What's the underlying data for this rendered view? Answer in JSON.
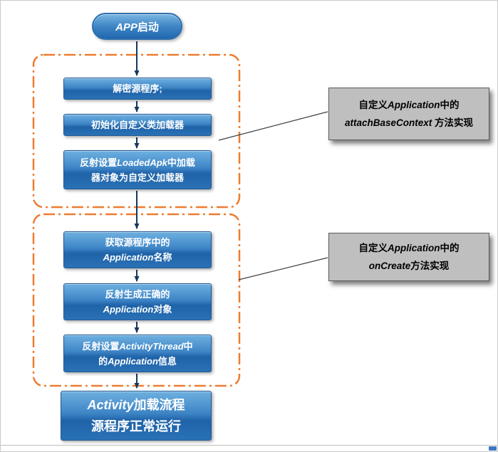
{
  "colors": {
    "box_blue_top": "#6db0e0",
    "box_blue_bottom": "#2a71b6",
    "box_border_blue": "#225a94",
    "dashed_group_orange": "#ed7d31",
    "annotation_gray": "#bfbfbf",
    "arrow_dark_blue": "#17375e",
    "connector_gray": "#404040"
  },
  "flow": {
    "start": {
      "label": [
        {
          "t": "APP",
          "i": true
        },
        {
          "t": "启动"
        }
      ]
    },
    "stage1": {
      "boxes": [
        {
          "lines": [
            [
              {
                "t": "解密源程序;"
              }
            ]
          ]
        },
        {
          "lines": [
            [
              {
                "t": "初始化自定义类加载器"
              }
            ]
          ]
        },
        {
          "lines": [
            [
              {
                "t": "反射设置"
              },
              {
                "t": "LoadedApk",
                "i": true
              },
              {
                "t": "中加载"
              }
            ],
            [
              {
                "t": "器对象为自定义加载器"
              }
            ]
          ]
        }
      ]
    },
    "stage2": {
      "boxes": [
        {
          "lines": [
            [
              {
                "t": "获取源程序中的"
              }
            ],
            [
              {
                "t": "Application",
                "i": true
              },
              {
                "t": "名称"
              }
            ]
          ]
        },
        {
          "lines": [
            [
              {
                "t": "反射生成正确的"
              }
            ],
            [
              {
                "t": "Application",
                "i": true
              },
              {
                "t": "对象"
              }
            ]
          ]
        },
        {
          "lines": [
            [
              {
                "t": "反射设置"
              },
              {
                "t": "ActivityThread",
                "i": true
              },
              {
                "t": "中"
              }
            ],
            [
              {
                "t": "的"
              },
              {
                "t": "Application",
                "i": true
              },
              {
                "t": "信息"
              }
            ]
          ]
        }
      ]
    },
    "final": {
      "lines": [
        [
          {
            "t": "Activity",
            "i": true
          },
          {
            "t": "加载流程"
          }
        ],
        [
          {
            "t": "源程序正常运行"
          }
        ]
      ]
    }
  },
  "annotations": [
    {
      "lines": [
        [
          {
            "t": "自定义"
          },
          {
            "t": "Application",
            "i": true
          },
          {
            "t": "中的"
          }
        ],
        [
          {
            "t": "attachBaseContext",
            "i": true
          },
          {
            "t": " 方法实现"
          }
        ]
      ]
    },
    {
      "lines": [
        [
          {
            "t": "自定义"
          },
          {
            "t": "Application",
            "i": true
          },
          {
            "t": "中的"
          }
        ],
        [
          {
            "t": "onCreate",
            "i": true
          },
          {
            "t": "方法实现"
          }
        ]
      ]
    }
  ]
}
